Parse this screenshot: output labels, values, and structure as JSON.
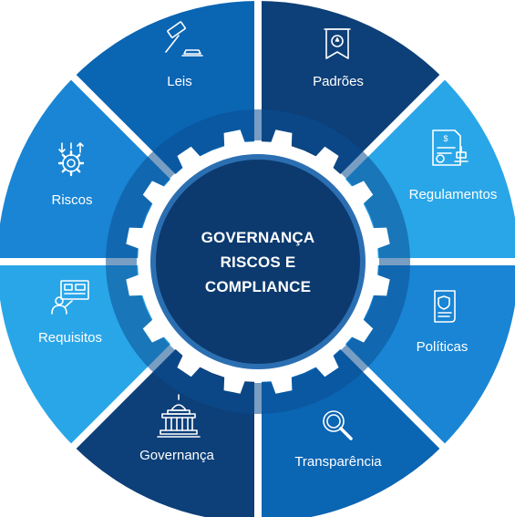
{
  "center": {
    "lines": [
      "GOVERNANÇA",
      "RISCOS E",
      "COMPLIANCE"
    ]
  },
  "segments": [
    {
      "label": "Leis",
      "icon": "gavel-icon",
      "color": "#0d3f78"
    },
    {
      "label": "Padrões",
      "icon": "ribbon-badge-icon",
      "color": "#29a6e8"
    },
    {
      "label": "Regulamentos",
      "icon": "stamped-document-icon",
      "color": "#1985d4"
    },
    {
      "label": "Políticas",
      "icon": "policy-scroll-icon",
      "color": "#0a65b3"
    },
    {
      "label": "Transparência",
      "icon": "magnifier-icon",
      "color": "#0d3f78"
    },
    {
      "label": "Governança",
      "icon": "capitol-building-icon",
      "color": "#29a6e8"
    },
    {
      "label": "Requisitos",
      "icon": "presenter-board-icon",
      "color": "#1985d4"
    },
    {
      "label": "Riscos",
      "icon": "gear-arrows-icon",
      "color": "#0a65b3"
    }
  ],
  "colors": {
    "ring_band": "#0b4f92",
    "gear": "#ffffff",
    "center_fill": "#0c3a6e",
    "center_ring": "#2b6fb2"
  }
}
